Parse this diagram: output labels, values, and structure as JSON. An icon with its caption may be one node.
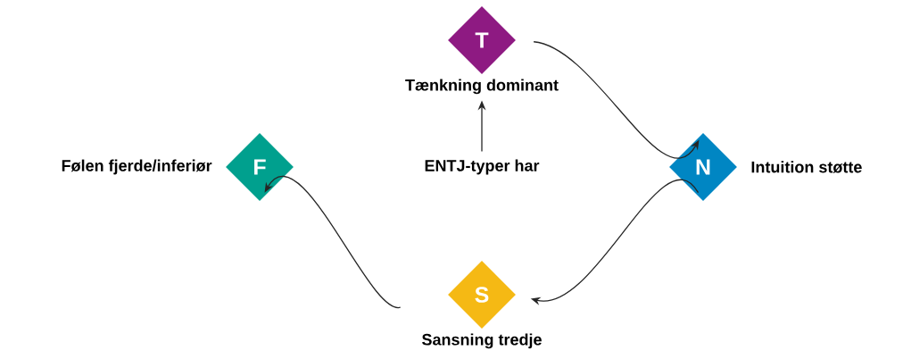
{
  "diagram": {
    "nodes": [
      {
        "text": [
          "T"
        ],
        "beside": [
          "Tænkning dominant"
        ]
      },
      {
        "text": [
          "F"
        ],
        "beside": [
          "Følen fjerde/inferiør"
        ]
      },
      {
        "text": [
          "ENTJ-typer har"
        ]
      },
      {
        "text": [
          "N"
        ],
        "beside": [
          "Intuition støtte"
        ]
      },
      {
        "text": [
          "S"
        ],
        "beside": [
          "Sansning tredje"
        ]
      }
    ],
    "edges": [
      {
        "from": 0,
        "to": 3,
        "arrow": "to"
      },
      {
        "from": 3,
        "to": 4,
        "arrow": "to"
      },
      {
        "from": 4,
        "to": 1,
        "arrow": "to"
      },
      {
        "from": 2,
        "to": 0,
        "arrow": "to"
      }
    ]
  }
}
